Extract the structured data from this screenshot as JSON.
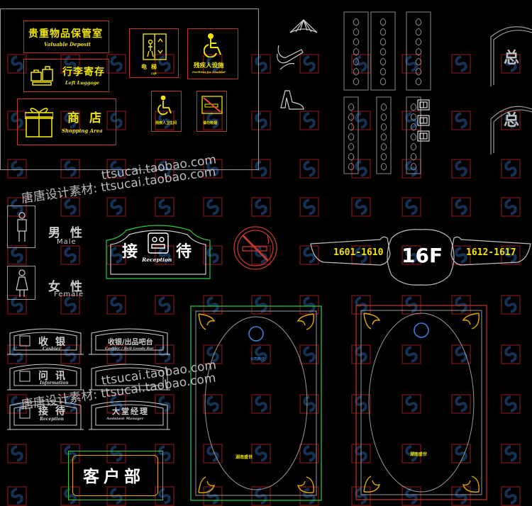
{
  "colors": {
    "background": "#000000",
    "sign_yellow": "#f0e400",
    "frame_red": "#c0392b",
    "frame_green": "#2ecc40",
    "frame_gray": "#9a9a9a",
    "ornament_gold": "#e0a800",
    "plaque_blue": "#3a7fd8",
    "watermark": "#d0d0d0"
  },
  "watermark": {
    "text_1": "ttsucai.taobao.com",
    "text_2": "唐唐设计素材: ttsucai.taobao.com",
    "text_3": "ttsucai.taobao.com",
    "text_4": "唐唐设计素材: ttsucai.taobao.com",
    "symbol": "swirl-logo"
  },
  "signs": {
    "valuable_deposit": {
      "cn": "贵重物品保管室",
      "en": "Valuable Deposit"
    },
    "left_luggage": {
      "cn": "行李寄存",
      "en": "Left Luggage"
    },
    "shopping": {
      "cn": "商店",
      "en": "Shopping Area"
    },
    "lift": {
      "cn": "电梯",
      "en": "Lift"
    },
    "disabled_facility": {
      "cn": "残疾人设施",
      "en": "Facilities for Disabled"
    },
    "disabled_toilet": {
      "cn": "残疾人卫生间",
      "en": ""
    },
    "no_smoking_small": {
      "cn": "请勿吸烟",
      "en": ""
    },
    "male": {
      "cn": "男性",
      "en": "Male"
    },
    "female": {
      "cn": "女性",
      "en": "Female"
    },
    "reception": {
      "cn_1": "接",
      "cn_2": "待",
      "en": "Reception"
    },
    "floor": {
      "left": "1601-1610",
      "center": "16F",
      "right": "1612-1617"
    },
    "cashier": {
      "cn": "收银",
      "en": "Cashier"
    },
    "cashier_bar": {
      "cn": "收银/出品吧台",
      "en": "Cashier / Bell Goods Bar"
    },
    "inquiry": {
      "cn": "问讯",
      "en": "Information"
    },
    "reception_desk": {
      "cn": "接待",
      "en": "Reception"
    },
    "lobby_manager": {
      "cn": "大堂经理",
      "en": "Assistant Manager"
    },
    "customer_dept": {
      "cn": "客户部"
    },
    "general_office": {
      "cn": "总"
    },
    "plaque_left": {
      "heading": "公司简介",
      "footer": "湖南盛世"
    },
    "plaque_right": {
      "footer": "湖南盛世"
    }
  }
}
